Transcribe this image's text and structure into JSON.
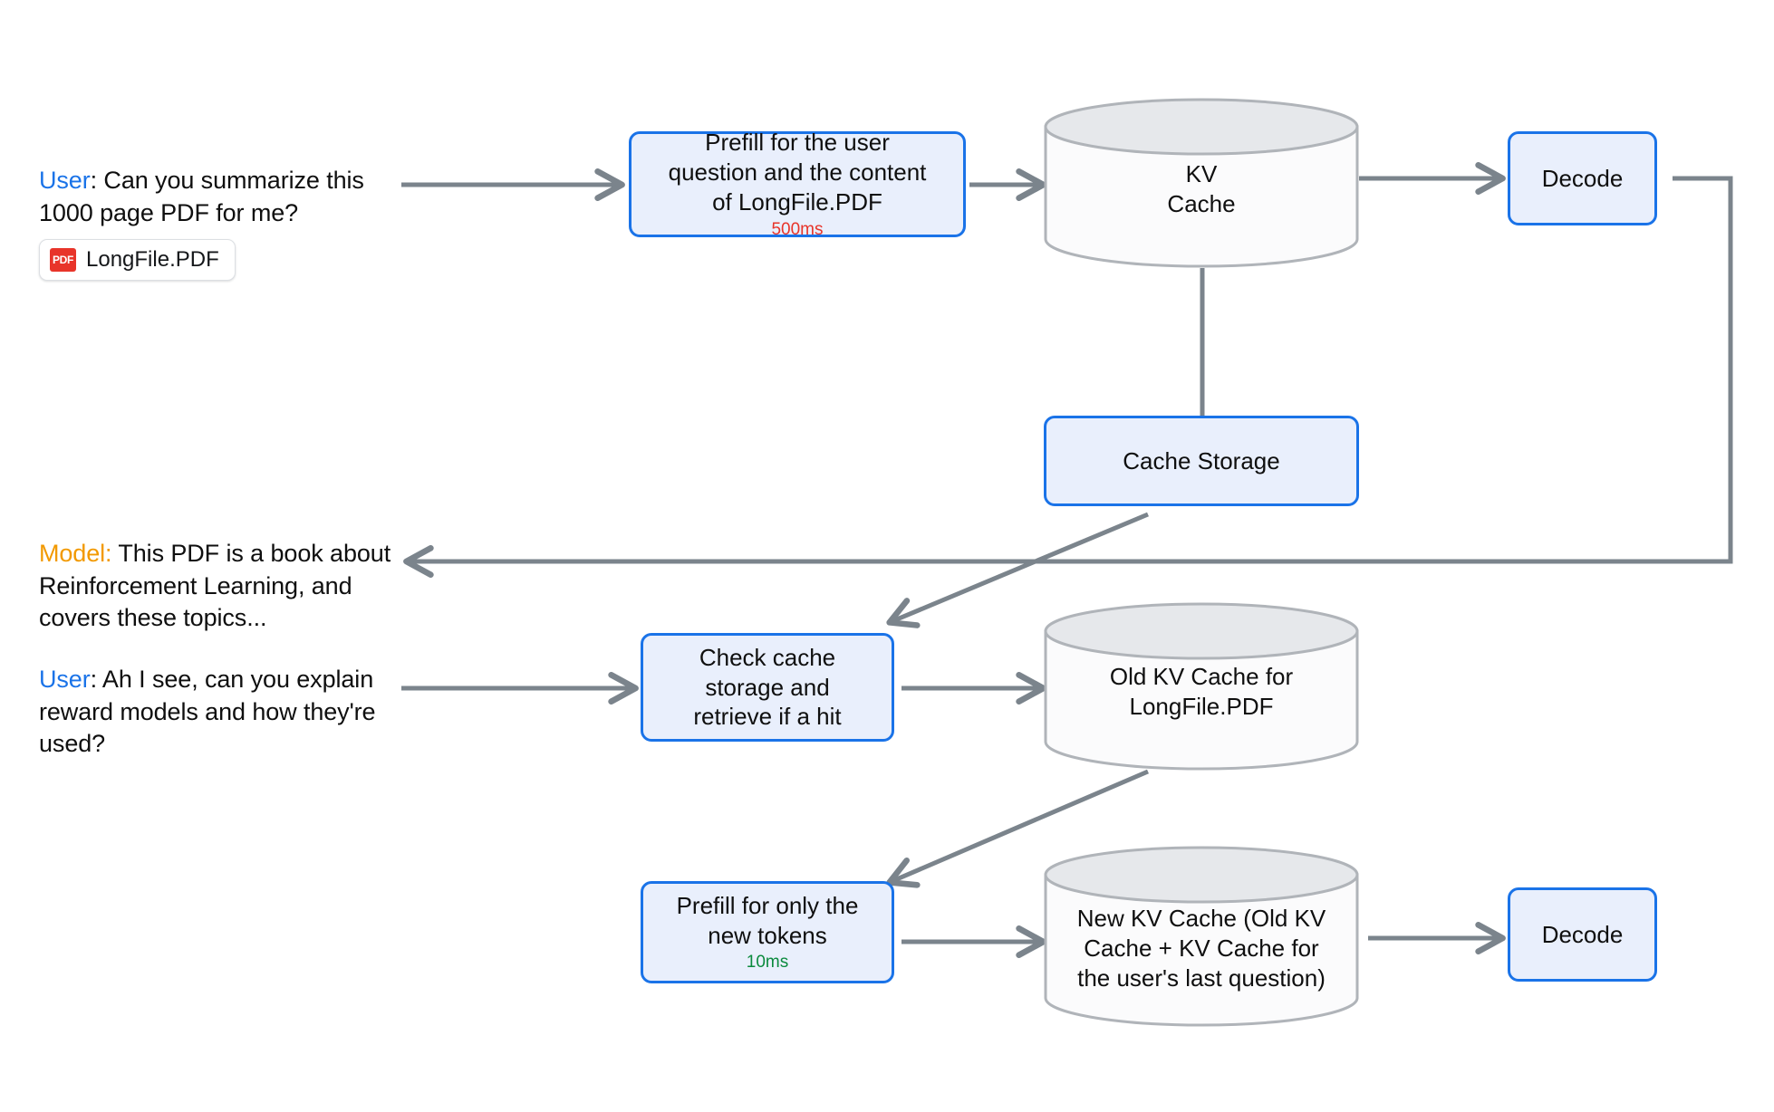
{
  "diagram": {
    "title": "KV Cache reuse / prefix caching flow",
    "colors": {
      "accent_blue": "#1a73e8",
      "box_fill": "#e9effc",
      "user_label": "#1a73e8",
      "model_label": "#f29900",
      "latency_slow": "#e8342a",
      "latency_fast": "#0b8a3e",
      "connector_gray": "#7b848c",
      "cylinder_top": "#e6e8eb",
      "cylinder_body": "#fbfbfc",
      "cylinder_stroke": "#b0b4b9"
    }
  },
  "conversation": [
    {
      "speaker": "User",
      "separator": ":",
      "text": " Can you summarize this 1000 page PDF for me?",
      "attachment": {
        "badge": "PDF",
        "filename": "LongFile.PDF"
      }
    },
    {
      "speaker": "Model:",
      "separator": "",
      "text": " This PDF is a book about Reinforcement Learning, and covers these topics..."
    },
    {
      "speaker": "User",
      "separator": ":",
      "text": " Ah I see, can you explain reward models and how they're used?"
    }
  ],
  "nodes": {
    "prefill_first": {
      "label": "Prefill for the user\nquestion and the content\nof LongFile.PDF",
      "latency": "500ms",
      "latency_kind": "slow"
    },
    "kv_cache": {
      "label": "KV\nCache"
    },
    "decode_top": {
      "label": "Decode"
    },
    "cache_storage": {
      "label": "Cache Storage"
    },
    "check_cache": {
      "label": "Check cache\nstorage and\nretrieve if a hit"
    },
    "old_kv_cache": {
      "label": "Old KV Cache for\nLongFile.PDF"
    },
    "prefill_second": {
      "label": "Prefill for only the\nnew tokens",
      "latency": "10ms",
      "latency_kind": "fast"
    },
    "new_kv_cache": {
      "label": "New KV Cache (Old KV\nCache + KV Cache for\nthe user's last question)"
    },
    "decode_bottom": {
      "label": "Decode"
    }
  }
}
